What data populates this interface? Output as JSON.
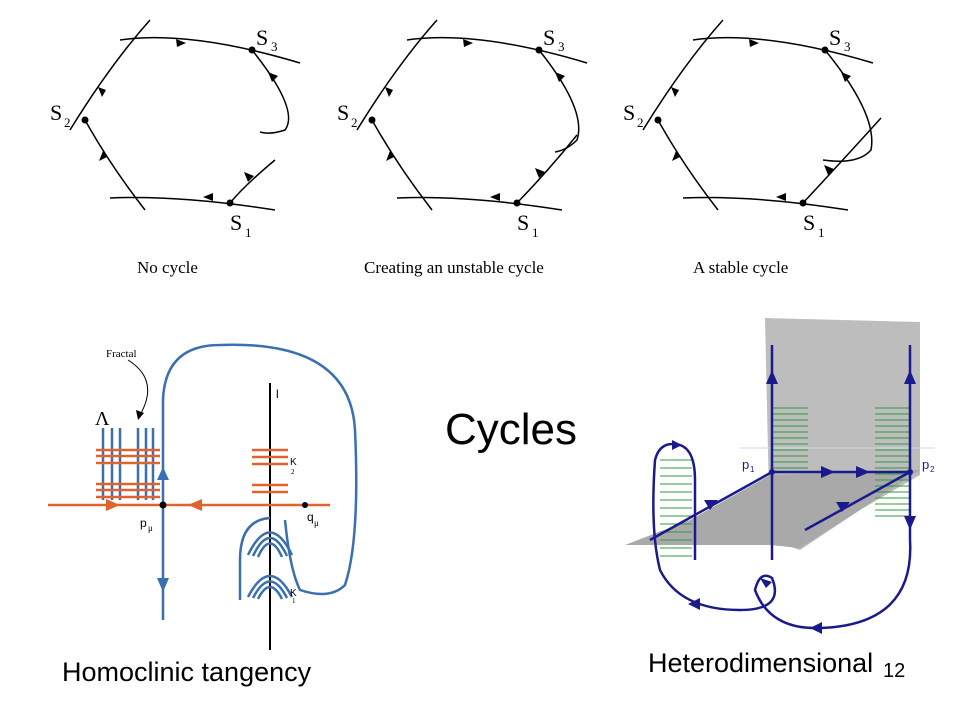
{
  "slide": {
    "title": "Cycles",
    "page_number": "12"
  },
  "panels_top": [
    {
      "caption": "No cycle"
    },
    {
      "caption": "Creating an unstable cycle"
    },
    {
      "caption": "A stable cycle"
    }
  ],
  "saddle_labels": {
    "s1": "S",
    "s2": "S",
    "s3": "S",
    "sub1": "1",
    "sub2": "2",
    "sub3": "3"
  },
  "homoclinic": {
    "caption": "Homoclinic tangency",
    "fractal_label": "Fractal",
    "lambda": "Λ",
    "p_label": "p",
    "q_label": "q",
    "mu": "μ",
    "l_label": "l",
    "k2": "K",
    "k1": "K",
    "k2_sub": "2",
    "k1_sub": "1"
  },
  "heterodimensional": {
    "caption": "Heterodimensional",
    "p1": "p",
    "p2": "p",
    "p1_sub": "1",
    "p2_sub": "2"
  },
  "colors": {
    "blue_curve": "#3a6fb0",
    "orange": "#e0622c",
    "navy": "#1a1a8c",
    "green": "#2e9b3a",
    "gray_surface": "#b8b8b8"
  }
}
